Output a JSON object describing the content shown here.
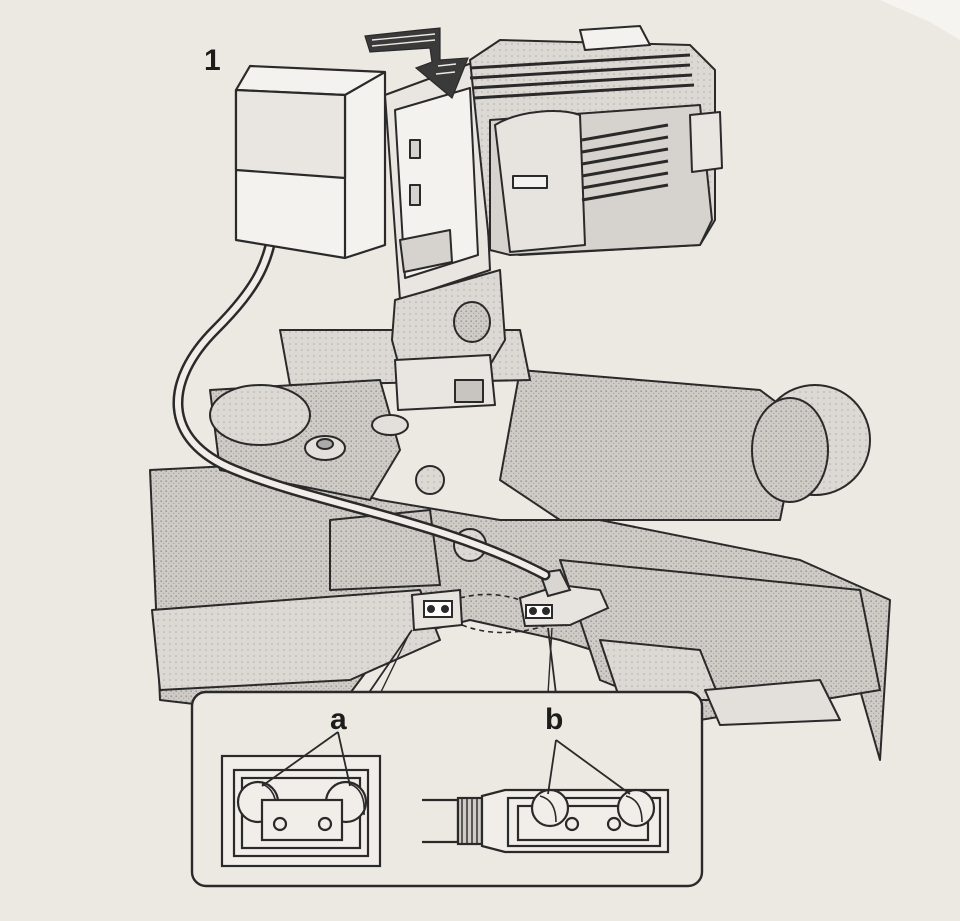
{
  "step": {
    "number": "1"
  },
  "callouts": {
    "a": "a",
    "b": "b"
  },
  "icons": {
    "arrow": "insert-down-arrow-icon",
    "light": "video-light-icon",
    "adapter": "ac-adapter-icon",
    "camera": "camcorder-icon"
  },
  "colors": {
    "paper": "#ece8e2",
    "line": "#2a2a2a",
    "shade": "#b9b7b3",
    "arrow": "#3a3a3a"
  }
}
